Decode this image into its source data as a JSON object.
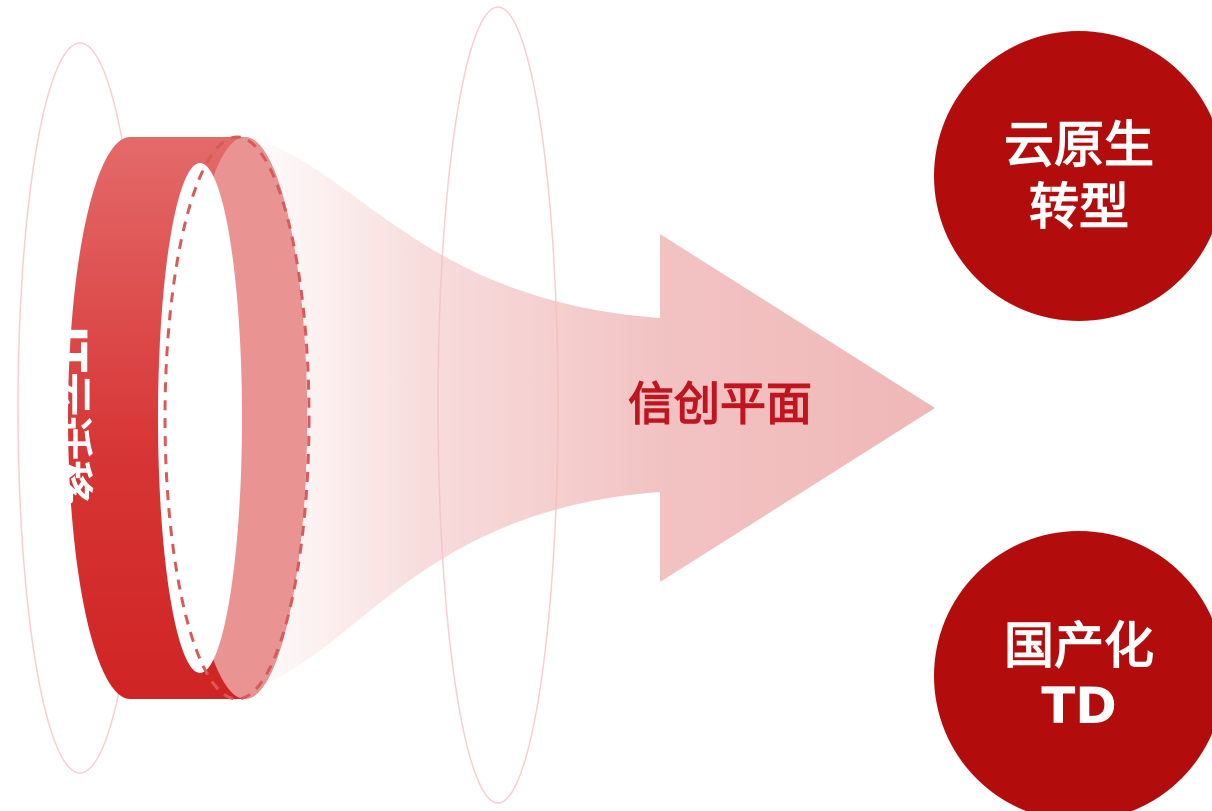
{
  "ring": {
    "label": "IT云迁移"
  },
  "arrow": {
    "label": "信创平面"
  },
  "outcomes": [
    {
      "line1": "云原生",
      "line2": "转型"
    },
    {
      "line1": "国产化",
      "line2": "TD"
    }
  ],
  "colors": {
    "ring_red": "#d42a2a",
    "ring_inner": "#e99393",
    "arrow_pink": "#f1b9b9",
    "outline_pink": "#f4c6c6",
    "dashed": "#d85a5a",
    "label_red": "#c0141e",
    "circle_red": "#b30c0c",
    "white": "#ffffff"
  }
}
